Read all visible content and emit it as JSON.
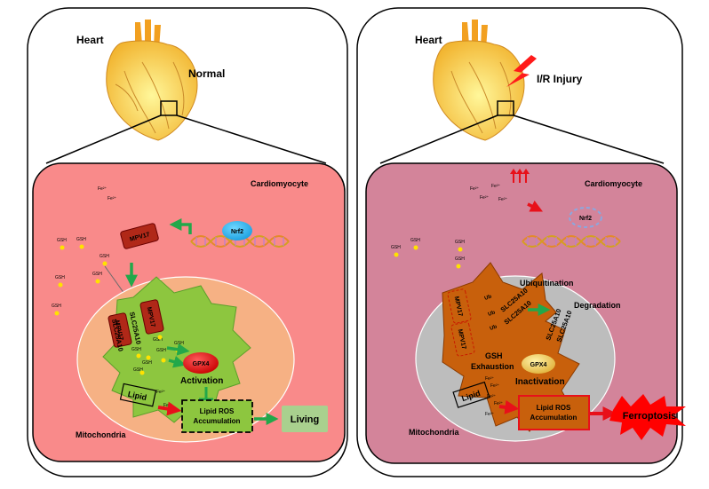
{
  "left_panel": {
    "organ_label": "Heart",
    "state_label": "Normal",
    "cell_label": "Cardiomyocyte",
    "organelle_label": "Mitochondria",
    "iron_label": "Fe²⁺",
    "gsh_label": "GSH",
    "nrf2_label": "Nrf2",
    "mpv17_label": "MPV17",
    "slc_label": "SLC25A10",
    "gpx4_label": "GPX4",
    "activation_label": "Activation",
    "lipid_label": "Lipid",
    "ros_line1": "Lipid ROS",
    "ros_line2": "Accumulation",
    "outcome_label": "Living",
    "colors": {
      "cell_bg": "#f98a8a",
      "matrix": "#8dc63f",
      "mito_outer": "#f6b184",
      "outcome_box": "#a9d08e"
    }
  },
  "right_panel": {
    "organ_label": "Heart",
    "state_label": "I/R Injury",
    "cell_label": "Cardiomyocyte",
    "organelle_label": "Mitochondria",
    "iron_label": "Fe²⁺",
    "gsh_label": "GSH",
    "nrf2_label": "Nrf2",
    "mpv17_label": "MPV17",
    "slc_label": "SLC25A10",
    "ub_label": "Ub",
    "ubiquitination_label": "Ubiquitination",
    "degradation_label": "Degradation",
    "gsh_exhaustion_line1": "GSH",
    "gsh_exhaustion_line2": "Exhaustion",
    "gpx4_label": "GPX4",
    "inactivation_label": "Inactivation",
    "lipid_label": "Lipid",
    "ros_line1": "Lipid ROS",
    "ros_line2": "Accumulation",
    "outcome_label": "Ferroptosis",
    "colors": {
      "cell_bg": "#d3849a",
      "matrix": "#c8600c",
      "mito_outer": "#bdbdbd",
      "outcome_burst": "#ff0000"
    }
  }
}
